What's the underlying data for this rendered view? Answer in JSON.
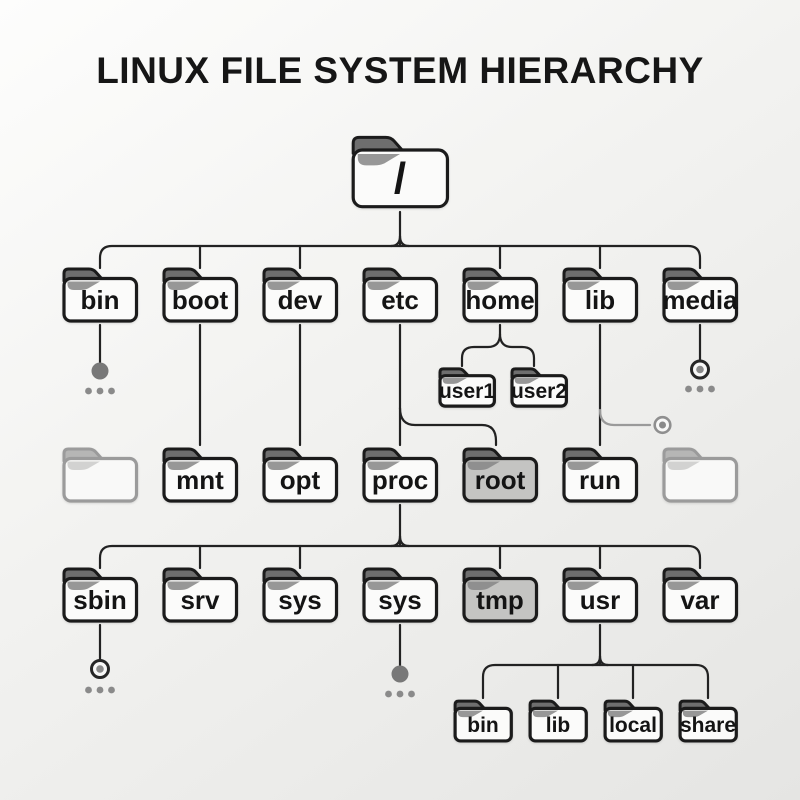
{
  "title": "LINUX FILE SYSTEM HIERARCHY",
  "diagram": {
    "type": "tree",
    "root_label": "/",
    "edges_as_drawn": [
      {
        "from": "/",
        "to": [
          "bin",
          "boot",
          "dev",
          "etc",
          "home",
          "lib",
          "media"
        ]
      },
      {
        "from": "boot",
        "to": [
          "mnt"
        ]
      },
      {
        "from": "dev",
        "to": [
          "opt"
        ]
      },
      {
        "from": "etc",
        "to": [
          "proc",
          "root"
        ]
      },
      {
        "from": "home",
        "to": [
          "user1",
          "user2"
        ]
      },
      {
        "from": "lib",
        "to": [
          "run"
        ]
      },
      {
        "from": "proc",
        "to": [
          "sbin",
          "srv",
          "sys",
          "sys",
          "tmp",
          "usr",
          "var"
        ]
      },
      {
        "from": "usr",
        "to": [
          "bin",
          "lib",
          "local",
          "share"
        ]
      }
    ],
    "more_indicators_under": [
      "bin",
      "media",
      "run-branch",
      "sbin",
      "sys"
    ]
  },
  "nodes": [
    {
      "id": "root",
      "label": "/",
      "variant": "normal"
    },
    {
      "id": "bin",
      "label": "bin",
      "variant": "normal"
    },
    {
      "id": "boot",
      "label": "boot",
      "variant": "normal"
    },
    {
      "id": "dev",
      "label": "dev",
      "variant": "normal"
    },
    {
      "id": "etc",
      "label": "etc",
      "variant": "normal"
    },
    {
      "id": "home",
      "label": "home",
      "variant": "normal"
    },
    {
      "id": "lib",
      "label": "lib",
      "variant": "normal"
    },
    {
      "id": "media",
      "label": "media",
      "variant": "normal"
    },
    {
      "id": "user1",
      "label": "user1",
      "variant": "normal"
    },
    {
      "id": "user2",
      "label": "user2",
      "variant": "normal"
    },
    {
      "id": "ghost-left",
      "label": "",
      "variant": "ghost"
    },
    {
      "id": "mnt",
      "label": "mnt",
      "variant": "normal"
    },
    {
      "id": "opt",
      "label": "opt",
      "variant": "normal"
    },
    {
      "id": "proc",
      "label": "proc",
      "variant": "normal"
    },
    {
      "id": "rootdir",
      "label": "root",
      "variant": "shaded"
    },
    {
      "id": "run",
      "label": "run",
      "variant": "normal"
    },
    {
      "id": "ghost-right",
      "label": "",
      "variant": "ghost"
    },
    {
      "id": "sbin",
      "label": "sbin",
      "variant": "normal"
    },
    {
      "id": "srv",
      "label": "srv",
      "variant": "normal"
    },
    {
      "id": "sys1",
      "label": "sys",
      "variant": "normal"
    },
    {
      "id": "sys2",
      "label": "sys",
      "variant": "normal"
    },
    {
      "id": "tmp",
      "label": "tmp",
      "variant": "shaded"
    },
    {
      "id": "usr",
      "label": "usr",
      "variant": "normal"
    },
    {
      "id": "var",
      "label": "var",
      "variant": "normal"
    },
    {
      "id": "usr-bin",
      "label": "bin",
      "variant": "normal"
    },
    {
      "id": "usr-lib",
      "label": "lib",
      "variant": "normal"
    },
    {
      "id": "local",
      "label": "local",
      "variant": "normal"
    },
    {
      "id": "share",
      "label": "share",
      "variant": "normal"
    }
  ],
  "colors": {
    "background": "#f0f0ee",
    "title": "#161616",
    "folder_border": "#1b1b1b",
    "folder_body": "#fbfbfa",
    "folder_tab": "#6e6e6e",
    "folder_shaded_body": "#c4c4c2",
    "ghost_border": "#9b9b9b",
    "ghost_tab": "#b6b6b5",
    "connector": "#222222",
    "muted_connector": "#9a9a9a",
    "more_dot": "#8a8a8a"
  }
}
